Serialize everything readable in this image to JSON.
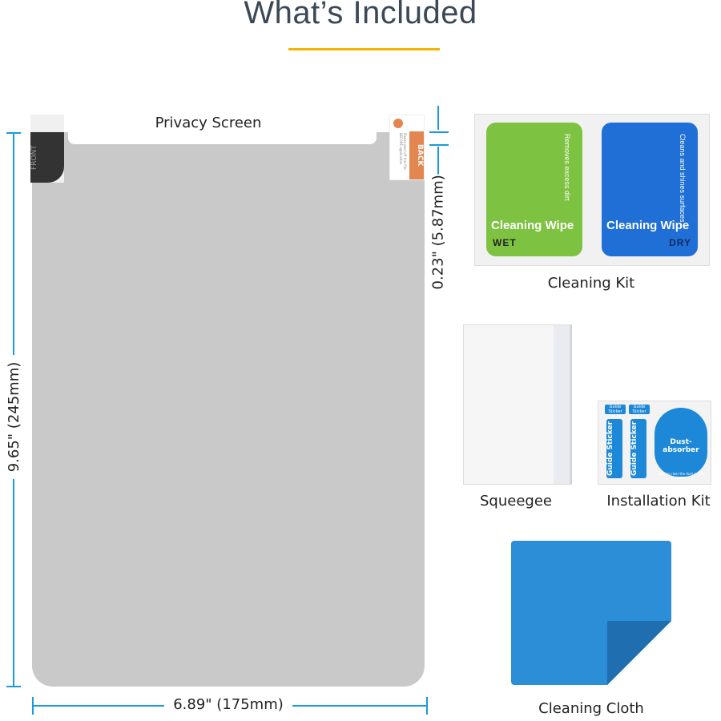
{
  "title": "What’s Included",
  "accent_color": "#f5b400",
  "dimension_color": "#1a9bd7",
  "privacy_screen": {
    "label": "Privacy Screen",
    "front_tab": "FRONT",
    "back_tab": "BACK",
    "back_tab_note": "Please peel off this film BEFORE application",
    "height_dim": "9.65\" (245mm)",
    "width_dim": "6.89\" (175mm)",
    "tab_dim": "0.23\" (5.87mm)"
  },
  "cleaning_kit": {
    "label": "Cleaning Kit",
    "wet": {
      "title": "Cleaning Wipe",
      "type": "WET",
      "desc": "Removes excess dirt",
      "color": "#7ec242"
    },
    "dry": {
      "title": "Cleaning Wipe",
      "type": "DRY",
      "desc": "Cleans and shines surfaces",
      "color": "#1f6fd6"
    }
  },
  "squeegee": {
    "label": "Squeegee"
  },
  "installation_kit": {
    "label": "Installation Kit",
    "guide_sticker": "Guide Sticker",
    "dust_absorber": "Dust-absorber",
    "dust_note": "Used to clear the dust on the screen."
  },
  "cleaning_cloth": {
    "label": "Cleaning Cloth",
    "color": "#2b8ed6"
  }
}
